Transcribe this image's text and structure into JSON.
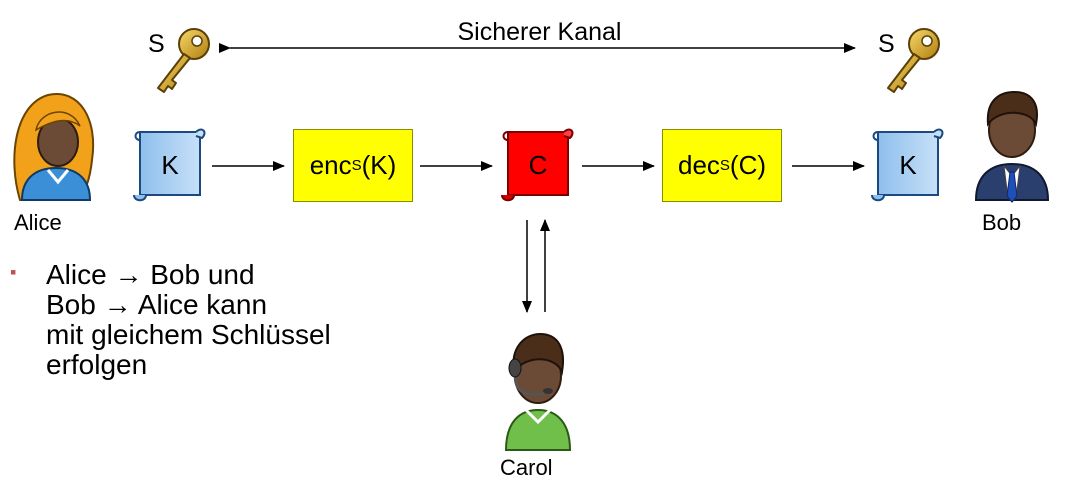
{
  "channel": {
    "label": "Sicherer Kanal"
  },
  "key_left": {
    "label": "S"
  },
  "key_right": {
    "label": "S"
  },
  "alice": {
    "name": "Alice"
  },
  "bob": {
    "name": "Bob"
  },
  "carol": {
    "name": "Carol"
  },
  "plaintext_left": {
    "label": "K"
  },
  "enc_box": {
    "prefix": "enc",
    "sub": "S",
    "suffix": "(K)"
  },
  "cipher": {
    "label": "C"
  },
  "dec_box": {
    "prefix": "dec",
    "sub": "S",
    "suffix": "(C)"
  },
  "plaintext_right": {
    "label": "K"
  },
  "bullet": {
    "marker": "▪",
    "lines": [
      "Alice → Bob und",
      "Bob → Alice kann",
      "mit gleichem Schlüssel",
      "erfolgen"
    ]
  },
  "colors": {
    "scroll_blue": "#a8cdf2",
    "cipher_red": "#ff0000",
    "box_yellow": "#ffff00",
    "key_gold": "#d6a21c",
    "bullet_red": "#c0504d"
  }
}
